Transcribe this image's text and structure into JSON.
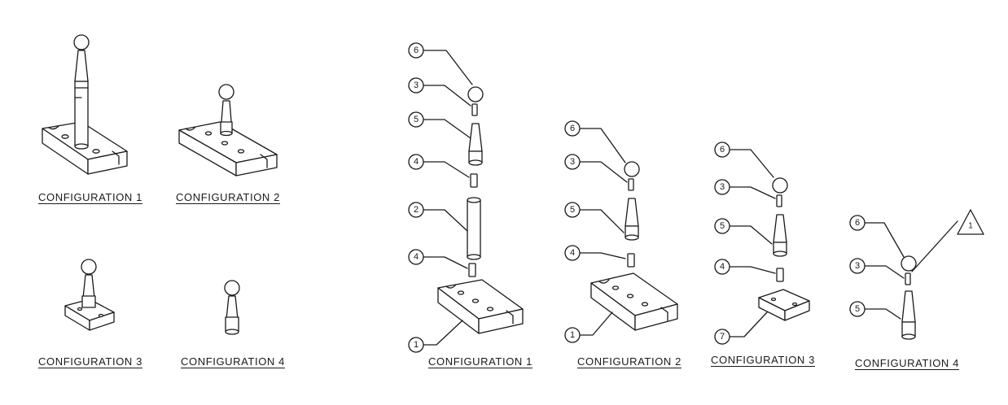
{
  "assembled": {
    "labels": [
      "CONFIGURATION  1",
      "CONFIGURATION  2",
      "CONFIGURATION  3",
      "CONFIGURATION  4"
    ]
  },
  "exploded": {
    "labels": [
      "CONFIGURATION  1",
      "CONFIGURATION  2",
      "CONFIGURATION  3",
      "CONFIGURATION  4"
    ],
    "callouts": {
      "c1_6": "6",
      "c1_3": "3",
      "c1_5": "5",
      "c1_4a": "4",
      "c1_2": "2",
      "c1_4b": "4",
      "c1_1": "1",
      "c2_6": "6",
      "c2_3": "3",
      "c2_5": "5",
      "c2_4": "4",
      "c2_1": "1",
      "c3_6": "6",
      "c3_3": "3",
      "c3_5": "5",
      "c3_4": "4",
      "c3_7": "7",
      "c4_6": "6",
      "c4_3": "3",
      "c4_5": "5",
      "c4_note": "1"
    }
  },
  "colors": {
    "line": "#1a1a1a",
    "background": "#ffffff"
  }
}
